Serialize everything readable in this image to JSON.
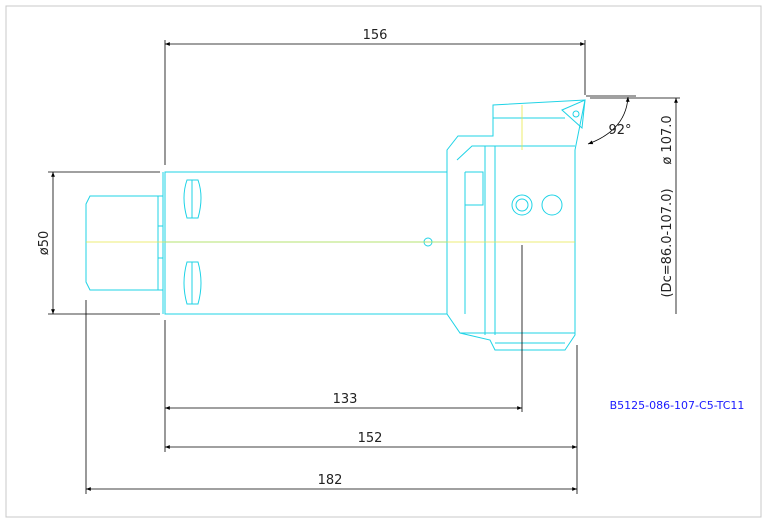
{
  "dimensions": {
    "length_top": "156",
    "length_133": "133",
    "length_152": "152",
    "length_182": "182",
    "shank_diameter": "ø50",
    "angle": "92°",
    "cut_diameter": "ø 107.0",
    "dc_range": "(Dc=86.0-107.0)"
  },
  "part_number": "B5125-086-107-C5-TC11",
  "colors": {
    "part_outline": "#1fd3e6",
    "dimension_lines": "#000000",
    "centerline": "#e8e84a",
    "part_number_text": "#1a1aff",
    "frame_border": "#c8c8c8"
  }
}
